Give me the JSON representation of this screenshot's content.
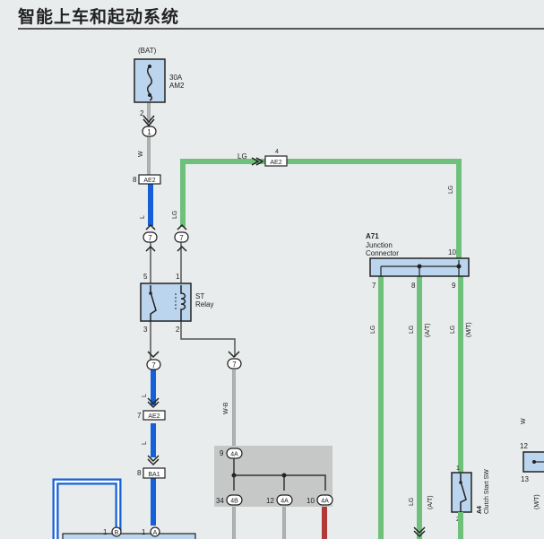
{
  "title": "智能上车和起动系统",
  "labels": {
    "bat": "(BAT)",
    "fuse_amp": "30A",
    "fuse_name": "AM2",
    "pin_2_top": "2",
    "pin_1": "1",
    "wire_w": "W",
    "pin_8_ae2": "8",
    "conn_ae2": "AE2",
    "wire_lg_top": "LG",
    "pin_4_top": "4",
    "wire_l_1": "L",
    "wire_lg_vert": "LG",
    "wire_lg_right": "LG",
    "pin_7": "7",
    "pin_5": "5",
    "pin_1_relay": "1",
    "relay_st": "ST",
    "relay_word": "Relay",
    "pin_3": "3",
    "pin_2_relay": "2",
    "wire_wb": "W-B",
    "wire_l_2": "L",
    "pin_7_ae2": "7",
    "pin_8_ba1": "8",
    "conn_ba1": "BA1",
    "wire_l_3": "L",
    "a71_code": "A71",
    "a71_line1": "Junction",
    "a71_line2": "Connector",
    "a71_pin10": "10",
    "a71_pin7": "7",
    "a71_pin8": "8",
    "a71_pin9": "9",
    "lg_a": "LG",
    "lg_b": "LG",
    "at_a": "(A/T)",
    "lg_c": "LG",
    "mt_a": "(M/T)",
    "lg_d": "LG",
    "at_b": "(A/T)",
    "pin_9_4a": "9",
    "conn_4a": "4A",
    "pin_34": "34",
    "conn_4b": "4B",
    "pin_12": "12",
    "pin_10": "10",
    "a4_pin1": "1",
    "a4_pin2": "2",
    "a4_code": "A4",
    "a4_name": "Clutch Start SW",
    "pin_12_right": "12",
    "pin_13": "13",
    "wire_w_right": "W",
    "mt_right": "(M/T)",
    "pin_1_b": "1",
    "conn_b": "B",
    "pin_1_a": "1",
    "conn_a": "A"
  }
}
